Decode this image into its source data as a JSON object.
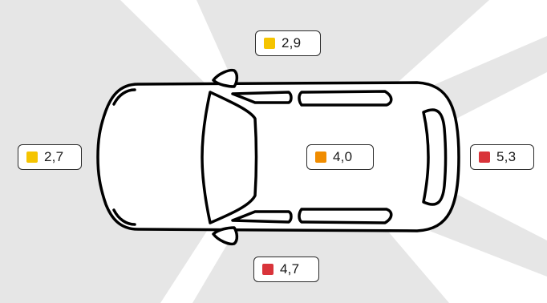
{
  "colors": {
    "background": "#e6e6e6",
    "beam": "#ffffff",
    "car_body": "#ffffff",
    "car_outline": "#000000",
    "rating_low": "#f5c400",
    "rating_medium": "#f08c00",
    "rating_high": "#d9343a"
  },
  "ratings": {
    "front": {
      "value": "2,7",
      "level": "low",
      "color": "#f5c400"
    },
    "top": {
      "value": "2,9",
      "level": "low",
      "color": "#f5c400"
    },
    "cabin": {
      "value": "4,0",
      "level": "medium",
      "color": "#f08c00"
    },
    "rear": {
      "value": "5,3",
      "level": "high",
      "color": "#d9343a"
    },
    "bottom": {
      "value": "4,7",
      "level": "high",
      "color": "#d9343a"
    }
  },
  "icons": {
    "car": "car-top-view-icon",
    "swatch": "color-swatch-icon"
  }
}
